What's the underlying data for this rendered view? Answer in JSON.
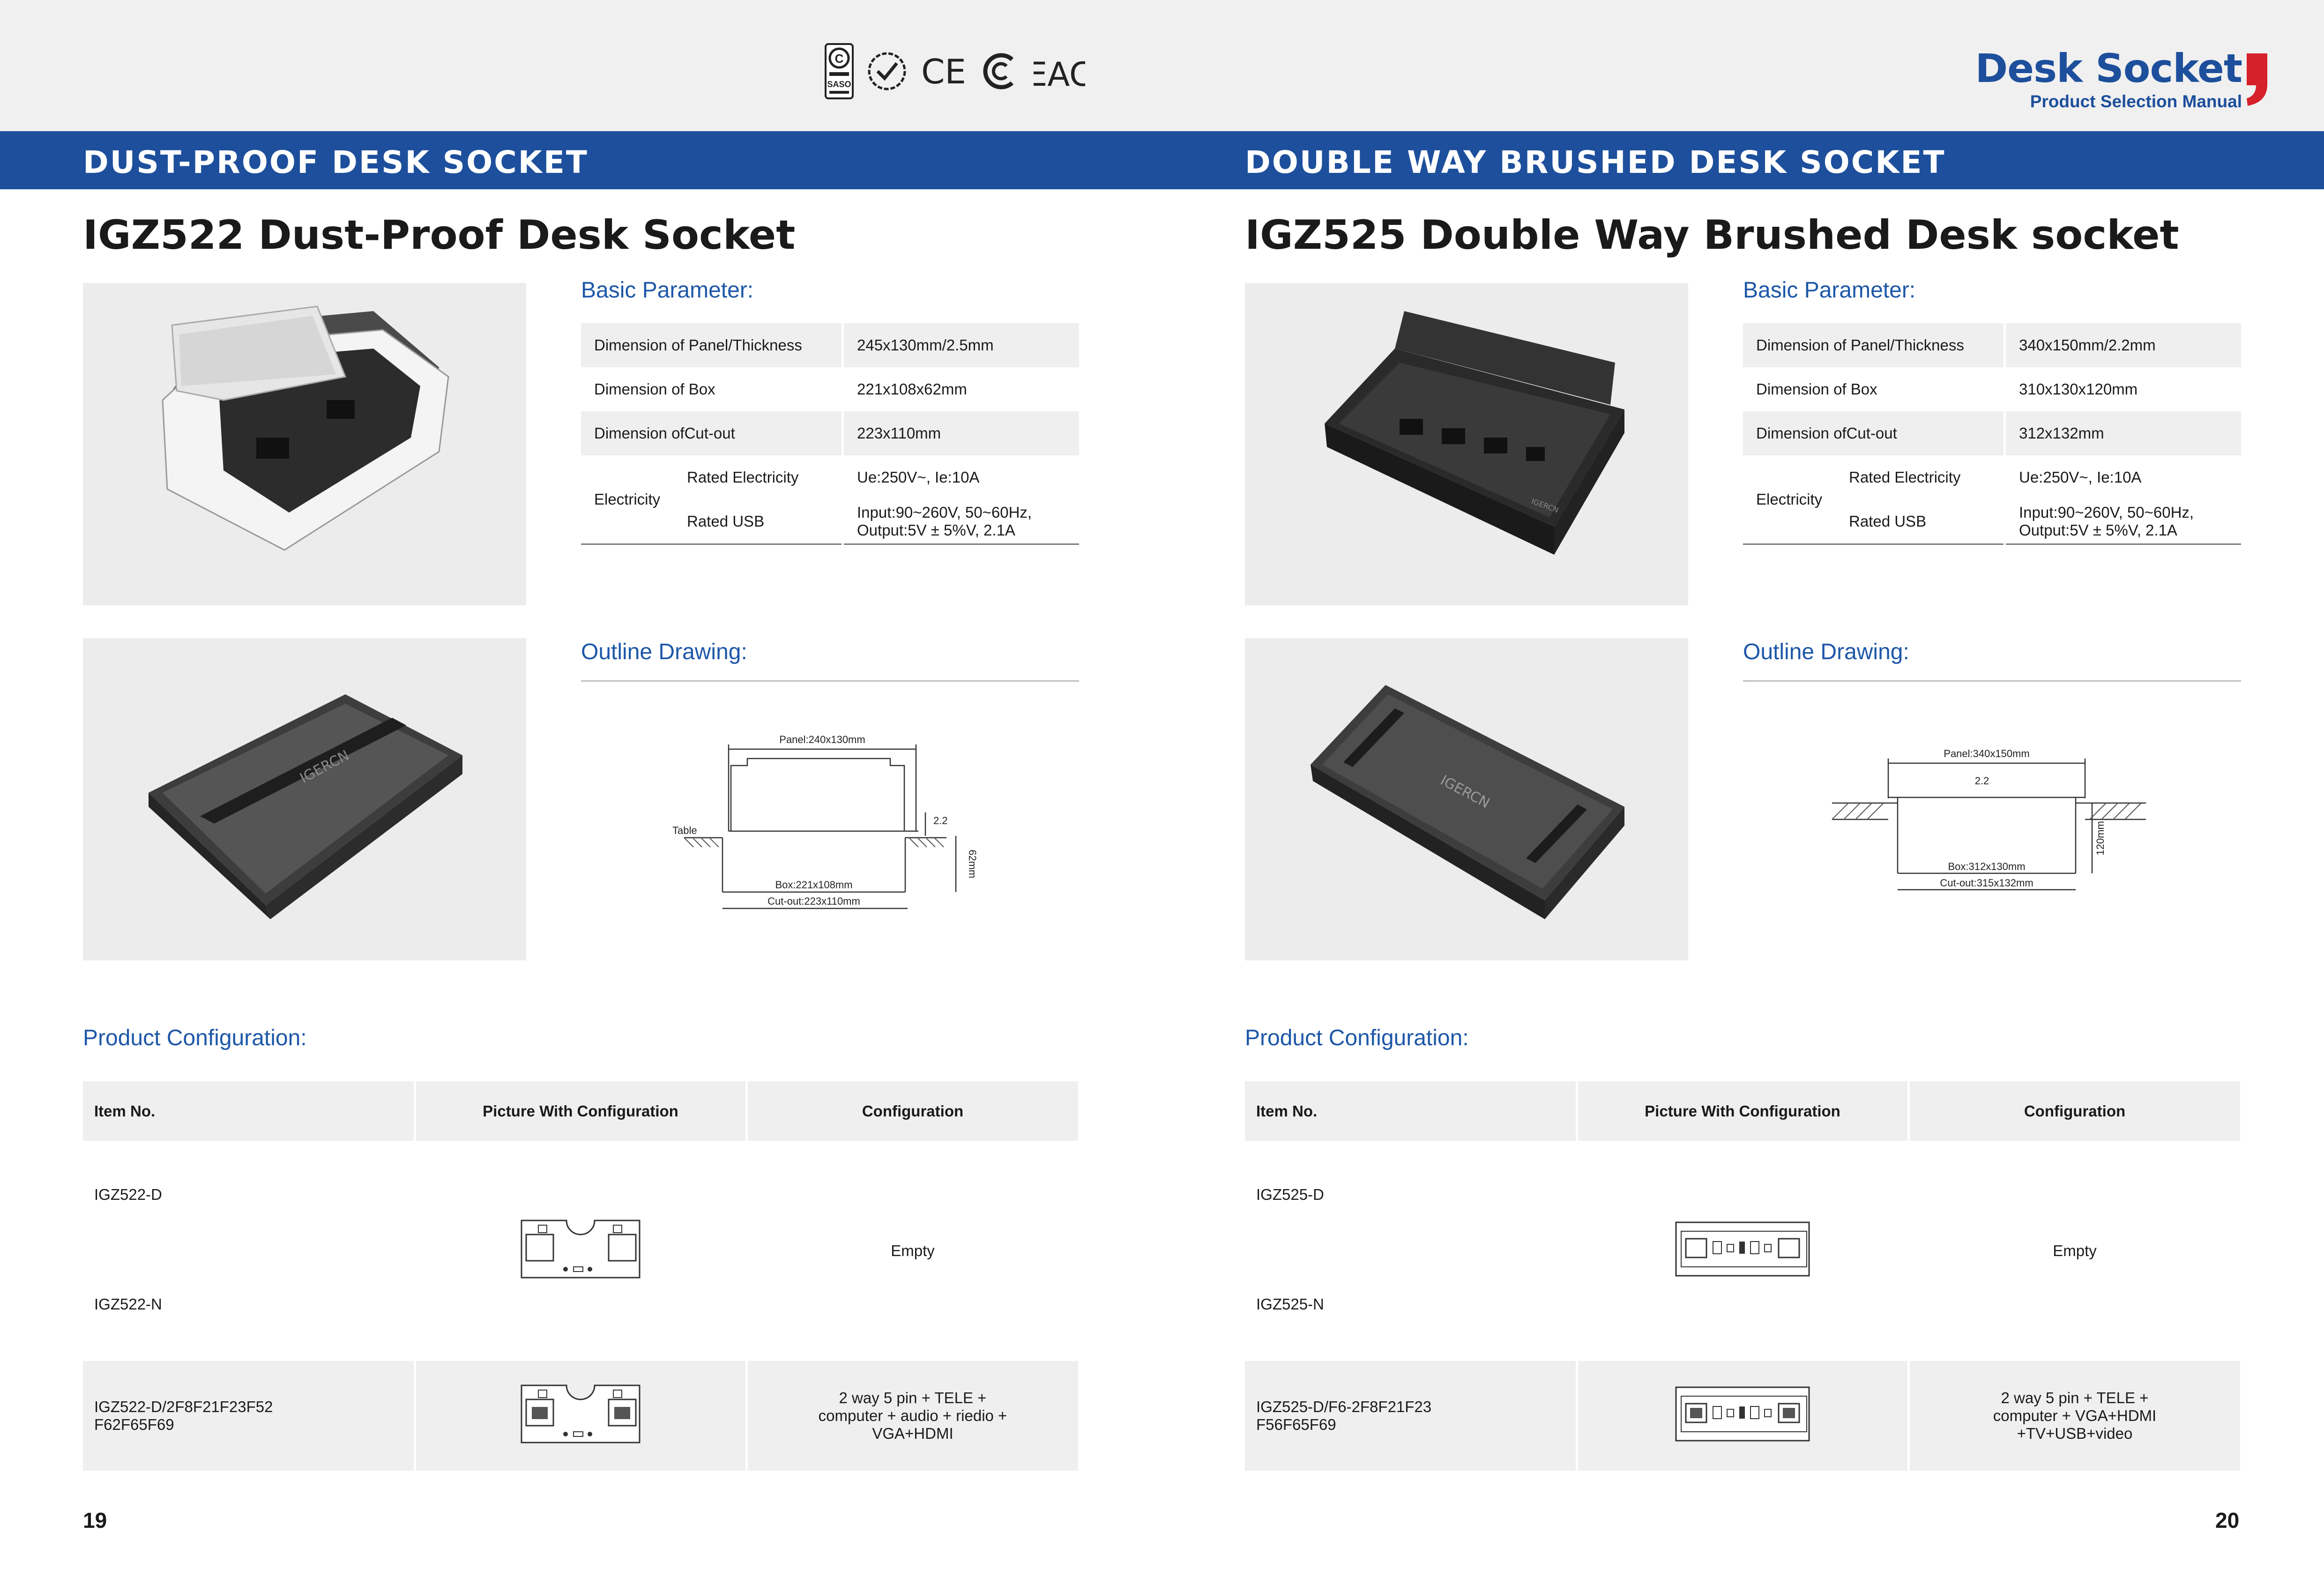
{
  "header": {
    "brand_title": "Desk Socket",
    "brand_subtitle": "Product Selection Manual",
    "certifications": [
      "saso-mark-icon",
      "quality-check-icon",
      "ce-mark-icon",
      "c-tick-icon",
      "eac-mark-icon"
    ],
    "cert_texts": {
      "saso": "SASO",
      "ce": "CE",
      "eac": "EAC"
    }
  },
  "colors": {
    "brand_blue": "#1d4f9c",
    "heading_blue": "#1d57a8",
    "accent_red": "#d6202a",
    "table_shade": "#efefef"
  },
  "left": {
    "section_title": "DUST-PROOF DESK SOCKET",
    "product_title": "IGZ522 Dust-Proof Desk Socket",
    "basic_parameter_heading": "Basic Parameter:",
    "params": {
      "panel_label": "Dimension of Panel/Thickness",
      "panel_value": "245x130mm/2.5mm",
      "box_label": "Dimension of Box",
      "box_value": "221x108x62mm",
      "cutout_label": "Dimension ofCut-out",
      "cutout_value": "223x110mm",
      "electricity_label": "Electricity",
      "rated_elec_label": "Rated Electricity",
      "rated_elec_value": "Ue:250V~, Ie:10A",
      "rated_usb_label": "Rated USB",
      "rated_usb_value_1": "Input:90~260V, 50~60Hz,",
      "rated_usb_value_2": "Output:5V ± 5%V, 2.1A"
    },
    "outline_heading": "Outline Drawing:",
    "drawing": {
      "panel": "Panel:240x130mm",
      "thickness": "2.2",
      "table": "Table",
      "box": "Box:221x108mm",
      "cutout": "Cut-out:223x110mm",
      "depth": "62mm"
    },
    "photo_brand": "IGERCN",
    "config_heading": "Product Configuration:",
    "config_headers": [
      "Item No.",
      "Picture With Configuration",
      "Configuration"
    ],
    "rows": [
      {
        "item_1": "IGZ522-D",
        "item_2": "IGZ522-N",
        "config": "Empty"
      },
      {
        "item_1": "IGZ522-D/2F8F21F23F52",
        "item_2": "F62F65F69",
        "config_1": "2 way 5 pin + TELE +",
        "config_2": "computer + audio + riedio +",
        "config_3": "VGA+HDMI"
      }
    ],
    "page_number": "19"
  },
  "right": {
    "section_title": "DOUBLE WAY BRUSHED DESK SOCKET",
    "product_title": "IGZ525 Double Way Brushed Desk socket",
    "basic_parameter_heading": "Basic Parameter:",
    "params": {
      "panel_label": "Dimension of Panel/Thickness",
      "panel_value": "340x150mm/2.2mm",
      "box_label": "Dimension of Box",
      "box_value": "310x130x120mm",
      "cutout_label": "Dimension ofCut-out",
      "cutout_value": "312x132mm",
      "electricity_label": "Electricity",
      "rated_elec_label": "Rated Electricity",
      "rated_elec_value": "Ue:250V~, Ie:10A",
      "rated_usb_label": "Rated USB",
      "rated_usb_value_1": "Input:90~260V, 50~60Hz,",
      "rated_usb_value_2": "Output:5V ± 5%V, 2.1A"
    },
    "outline_heading": "Outline Drawing:",
    "drawing": {
      "panel": "Panel:340x150mm",
      "thickness": "2.2",
      "box": "Box:312x130mm",
      "cutout": "Cut-out:315x132mm",
      "depth": "120mm"
    },
    "photo_brand": "IGERCN",
    "config_heading": "Product Configuration:",
    "config_headers": [
      "Item No.",
      "Picture With Configuration",
      "Configuration"
    ],
    "rows": [
      {
        "item_1": "IGZ525-D",
        "item_2": "IGZ525-N",
        "config": "Empty"
      },
      {
        "item_1": "IGZ525-D/F6-2F8F21F23",
        "item_2": "F56F65F69",
        "config_1": "2 way 5 pin + TELE +",
        "config_2": "computer + VGA+HDMI",
        "config_3": "+TV+USB+video"
      }
    ],
    "page_number": "20"
  }
}
